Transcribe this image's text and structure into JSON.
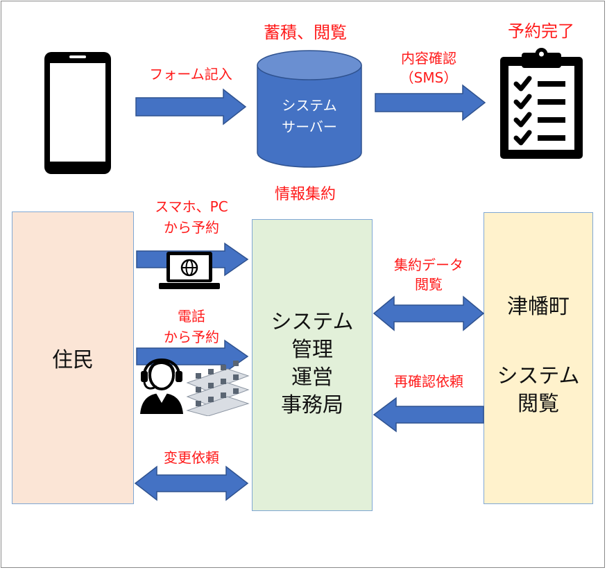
{
  "top": {
    "storage_label": "蓄積、閲覧",
    "form_label": "フォーム記入",
    "confirm_label_1": "内容確認",
    "confirm_label_2": "（SMS）",
    "done_label": "予約完了",
    "server_line_1": "システム",
    "server_line_2": "サーバー",
    "aggregate_label": "情報集約"
  },
  "bottom": {
    "resident": "住民",
    "office_lines": [
      "システム",
      "管理",
      "運営",
      "事務局"
    ],
    "town_line_1": "津幡町",
    "town_line_2": "システム",
    "town_line_3": "閲覧",
    "smartphone_label_1": "スマホ、PC",
    "smartphone_label_2": "から予約",
    "phone_label_1": "電話",
    "phone_label_2": "から予約",
    "change_label": "変更依頼",
    "collect_label_1": "集約データ",
    "collect_label_2": "閲覧",
    "reconfirm_label": "再確認依頼"
  },
  "colors": {
    "arrow_fill": "#4472c4",
    "arrow_stroke": "#2f528f",
    "accent_text": "#ff1a1a",
    "resident_fill": "#fbe5d6",
    "office_fill": "#e2f0d9",
    "town_fill": "#fff2cc"
  }
}
